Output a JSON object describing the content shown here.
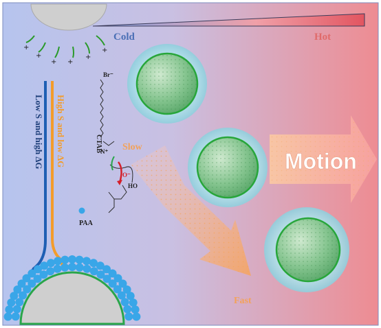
{
  "gradient": {
    "cold_label": "Cold",
    "hot_label": "Hot"
  },
  "speed": {
    "slow_label": "Slow",
    "fast_label": "Fast"
  },
  "motion_label": "Motion",
  "mechanism": {
    "left_arrow_label": "Low S and high ΔG",
    "right_arrow_label": "High S and low ΔG"
  },
  "legend": {
    "ctab_label": "CTAB",
    "paa_label": "PAA",
    "br_label": "Br⁻",
    "n_plus_label": "N⁺",
    "ho_label": "HO",
    "o_minus_label": "O⁻"
  },
  "colors": {
    "cold": "#b6c4ee",
    "hot": "#ee8c92",
    "cold_text": "#4a6fb5",
    "hot_text": "#e06a6a",
    "slow_text": "#f3a25a",
    "fast_text": "#f3a25a",
    "shell": "#a9dde7",
    "core": "#7fc28a",
    "core_ring": "#27a63a",
    "bead": "#39a6e8",
    "arrow_blue": "#1e5fb3",
    "arrow_orange": "#f39c2b"
  }
}
